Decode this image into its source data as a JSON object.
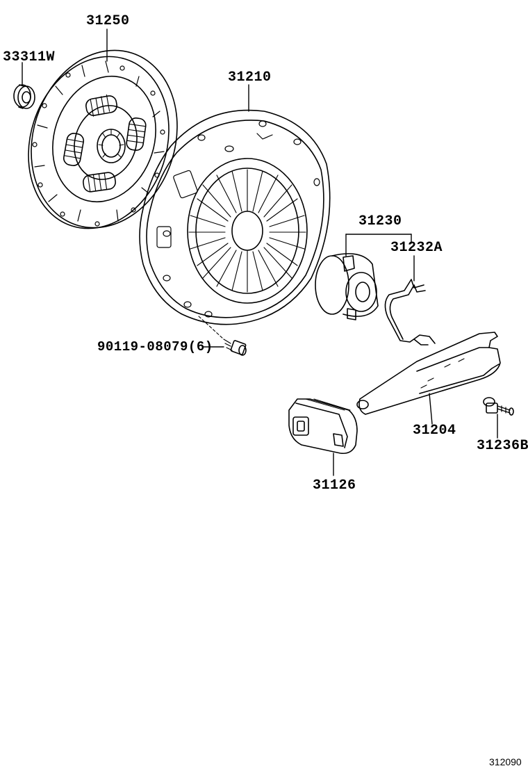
{
  "parts": {
    "p31250": "31250",
    "p33311w": "33311W",
    "p31210": "31210",
    "p31230": "31230",
    "p31232a": "31232A",
    "p90119": "90119-08079(6)",
    "p31204": "31204",
    "p31236b": "31236B",
    "p31126": "31126"
  },
  "figure_code": "312090",
  "colors": {
    "ink": "#000000",
    "paper": "#ffffff"
  }
}
